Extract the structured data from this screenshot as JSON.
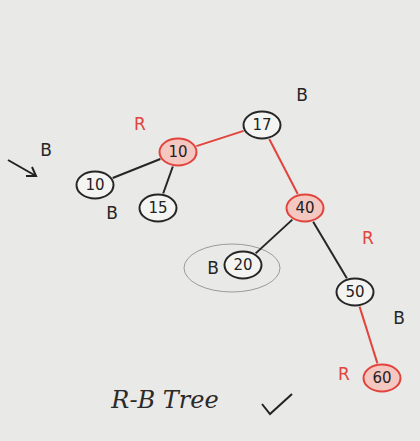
{
  "diagram": {
    "caption": "R-B Tree",
    "nodes": [
      {
        "text": [
          "17"
        ]
      },
      {
        "text": [
          "10"
        ]
      },
      {
        "text": [
          "10"
        ]
      },
      {
        "text": [
          "15"
        ]
      },
      {
        "text": [
          "40"
        ]
      },
      {
        "text": [
          "20"
        ]
      },
      {
        "text": [
          "50"
        ]
      },
      {
        "text": [
          "60"
        ]
      }
    ],
    "edges": [
      {
        "from": 0,
        "to": 1,
        "arrow": "none"
      },
      {
        "from": 1,
        "to": 2,
        "arrow": "none"
      },
      {
        "from": 1,
        "to": 3,
        "arrow": "none"
      },
      {
        "from": 0,
        "to": 4,
        "arrow": "none"
      },
      {
        "from": 4,
        "to": 5,
        "arrow": "none"
      },
      {
        "from": 4,
        "to": 6,
        "arrow": "none"
      },
      {
        "from": 6,
        "to": 7,
        "arrow": "none"
      }
    ],
    "labels": [
      "B",
      "R",
      "B",
      "B",
      "B",
      "R",
      "B",
      "R"
    ]
  }
}
